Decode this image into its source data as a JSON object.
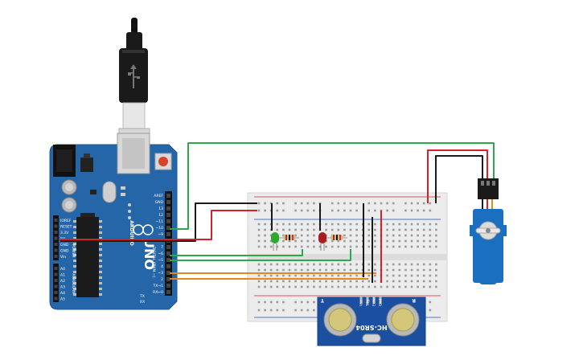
{
  "arduino": {
    "model": "UNO",
    "brand": "ARDUINO",
    "section_power": "POWER",
    "section_analog": "ANALOG IN",
    "section_digital": "DIGITAL (PWM ~)",
    "led_tx": "TX",
    "led_rx": "RX",
    "top_pins": [
      "AREF",
      "GND",
      "13",
      "12",
      "~11",
      "~10",
      "~9",
      "8",
      "7",
      "~6",
      "~5",
      "4",
      "~3",
      "2",
      "TX→1",
      "RX←0"
    ],
    "power_pins": [
      "IOREF",
      "RESET",
      "3.3V",
      "5V",
      "GND",
      "GND",
      "Vin"
    ],
    "analog_pins": [
      "A0",
      "A1",
      "A2",
      "A3",
      "A4",
      "A5"
    ]
  },
  "sensor": {
    "model": "HC-SR04",
    "pins": [
      "Vcc",
      "Trig",
      "Echo",
      "Gnd"
    ],
    "left_letter": "T",
    "right_letter": "R"
  },
  "colors": {
    "board": "#2566a8",
    "wire_green": "#2ca84a",
    "wire_red": "#d8202a",
    "wire_black": "#1a1a1a",
    "wire_orange": "#e08a1e",
    "led_green": "#2fa82f",
    "led_red": "#a81e1e",
    "servo": "#1b6fc0"
  }
}
